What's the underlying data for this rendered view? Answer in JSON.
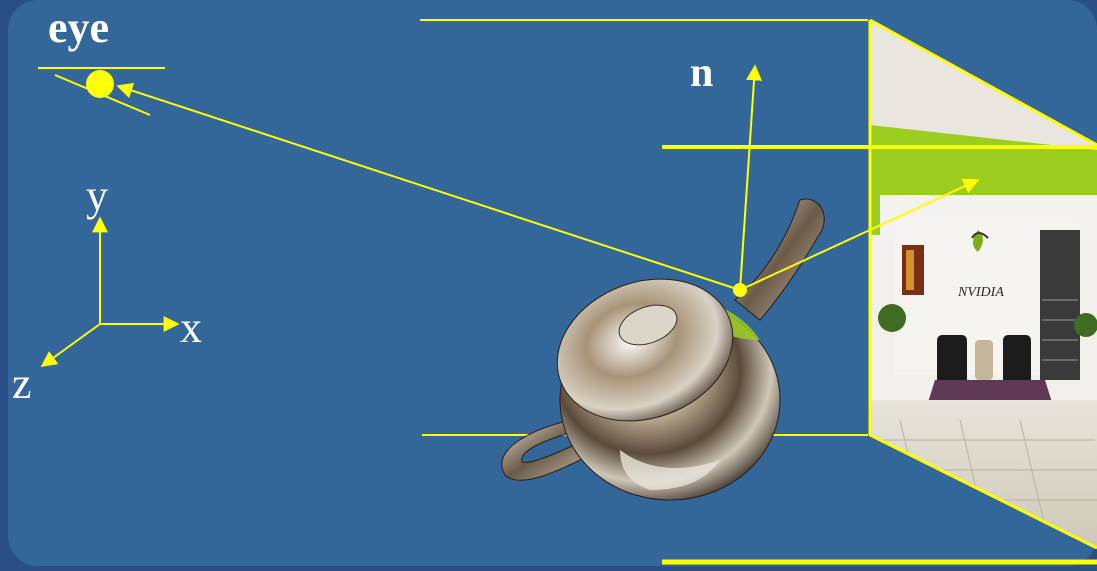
{
  "labels": {
    "eye": "eye",
    "normal": "n",
    "axis_x": "x",
    "axis_y": "y",
    "axis_z": "z"
  },
  "environment_map": {
    "logo_text": "NVIDIA"
  },
  "colors": {
    "background": "#2a4f86",
    "panel": "#336699",
    "accent": "#ffff00",
    "text": "#ffffff",
    "wall_green": "#9ccc1e"
  }
}
